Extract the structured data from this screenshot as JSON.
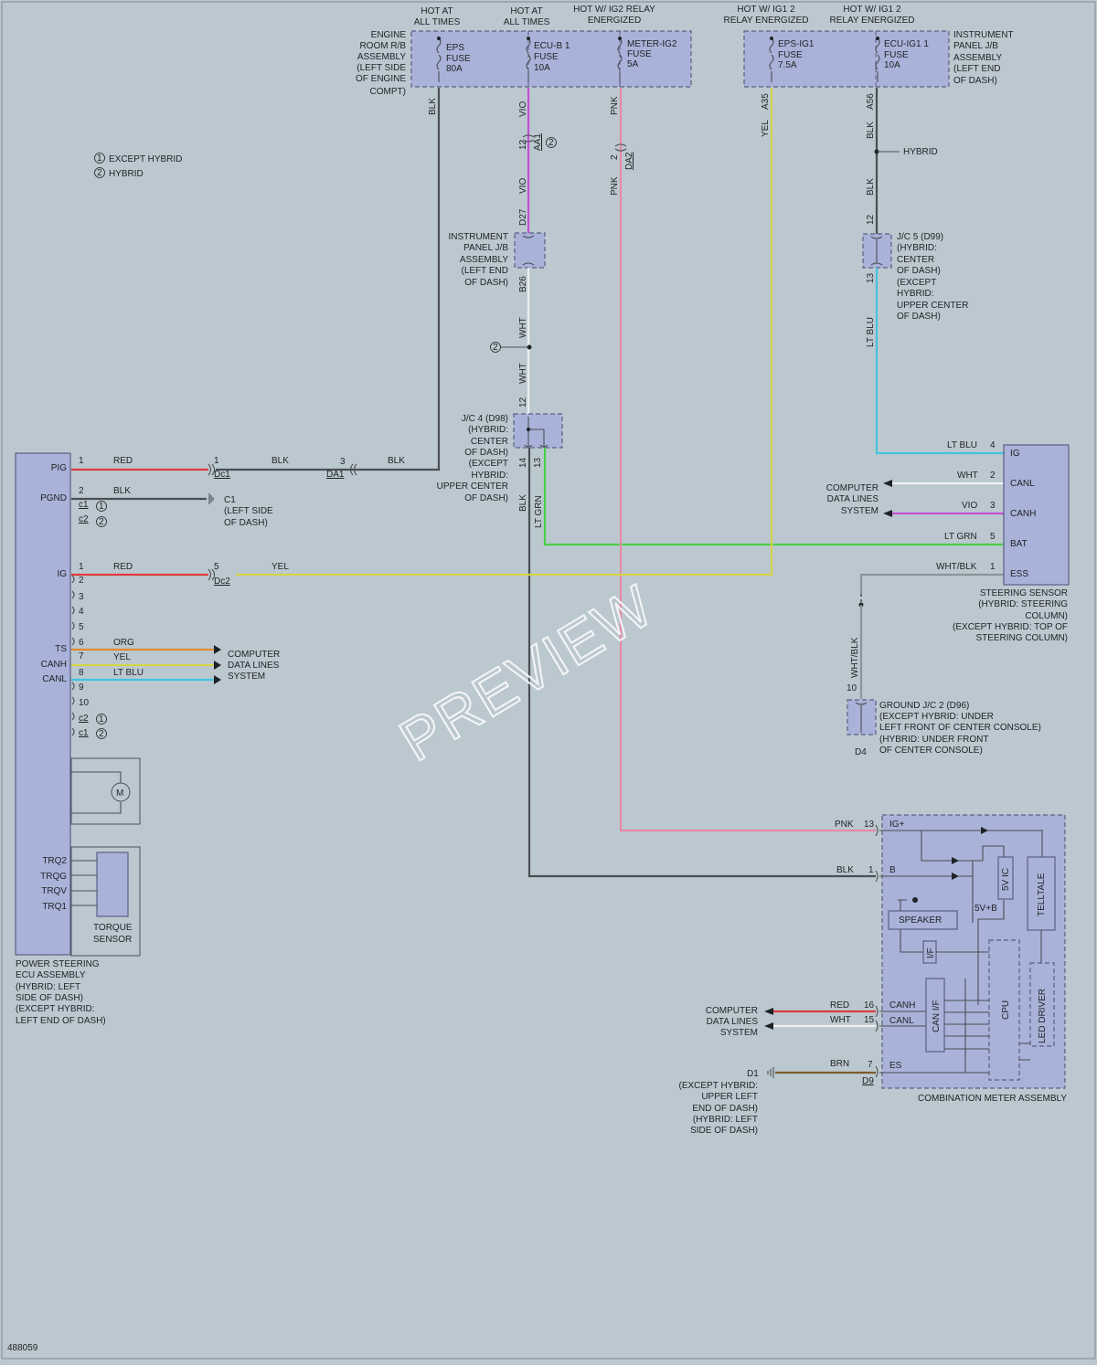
{
  "legend": {
    "item1": "EXCEPT HYBRID",
    "item2": "HYBRID"
  },
  "headers": {
    "h1a": "HOT AT",
    "h1b": "ALL TIMES",
    "h2a": "HOT AT",
    "h2b": "ALL TIMES",
    "h3a": "HOT W/ IG2 RELAY",
    "h3b": "ENERGIZED",
    "h4a": "HOT W/ IG1 2",
    "h4b": "RELAY ENERGIZED",
    "h5a": "HOT W/ IG1 2",
    "h5b": "RELAY ENERGIZED"
  },
  "engine_room": {
    "l1": "ENGINE",
    "l2": "ROOM R/B",
    "l3": "ASSEMBLY",
    "l4": "(LEFT SIDE",
    "l5": "OF ENGINE",
    "l6": "COMPT)"
  },
  "fuses": {
    "eps_name": "EPS",
    "eps_f": "FUSE",
    "eps_a": "80A",
    "ecub_name": "ECU-B 1",
    "ecub_f": "FUSE",
    "ecub_a": "10A",
    "meter_name": "METER-IG2",
    "meter_f": "FUSE",
    "meter_a": "5A",
    "epsig_name": "EPS-IG1",
    "epsig_f": "FUSE",
    "epsig_a": "7.5A",
    "ecuig_name": "ECU-IG1 1",
    "ecuig_f": "FUSE",
    "ecuig_a": "10A"
  },
  "instr_jb_right": {
    "l1": "INSTRUMENT",
    "l2": "PANEL J/B",
    "l3": "ASSEMBLY",
    "l4": "(LEFT END",
    "l5": "OF DASH)"
  },
  "instr_jb_mid": {
    "l1": "INSTRUMENT",
    "l2": "PANEL J/B",
    "l3": "ASSEMBLY",
    "l4": "(LEFT END",
    "l5": "OF DASH)"
  },
  "wire_labels": {
    "blk": "BLK",
    "vio": "VIO",
    "pnk": "PNK",
    "yel": "YEL",
    "wht": "WHT",
    "ltblu": "LT BLU",
    "ltgrn": "LT GRN",
    "whtblk": "WHT/BLK",
    "red": "RED",
    "org": "ORG",
    "brn": "BRN"
  },
  "connectors": {
    "aa1": "AA1",
    "da2": "DA2",
    "d27": "D27",
    "b26": "B26",
    "a35": "A35",
    "a56": "A56",
    "dc1": "Dc1",
    "da1": "DA1",
    "c1": "c1",
    "c2": "c2",
    "dc2": "Dc2",
    "d9": "D9",
    "d4": "D4",
    "d1": "D1"
  },
  "pins": {
    "p1": "1",
    "p2": "2",
    "p3": "3",
    "p4": "4",
    "p5": "5",
    "p6": "6",
    "p7": "7",
    "p8": "8",
    "p9": "9",
    "p10": "10",
    "p12": "12",
    "p13": "13",
    "p14": "14",
    "p15": "15",
    "p16": "16"
  },
  "hybrid_label": "HYBRID",
  "jc5": {
    "l1": "J/C 5 (D99)",
    "l2": "(HYBRID:",
    "l3": "CENTER",
    "l4": "OF DASH)",
    "l5": "(EXCEPT",
    "l6": "HYBRID:",
    "l7": "UPPER CENTER",
    "l8": "OF DASH)"
  },
  "jc4": {
    "l1": "J/C 4 (D98)",
    "l2": "(HYBRID:",
    "l3": "CENTER",
    "l4": "OF DASH)",
    "l5": "(EXCEPT",
    "l6": "HYBRID:",
    "l7": "UPPER CENTER",
    "l8": "OF DASH)"
  },
  "ecu": {
    "pig": "PIG",
    "pgnd": "PGND",
    "ig": "IG",
    "ts": "TS",
    "canh": "CANH",
    "canl": "CANL",
    "motor": "M",
    "trq2": "TRQ2",
    "trqg": "TRQG",
    "trqv": "TRQV",
    "trq1": "TRQ1",
    "ts1": "TORQUE",
    "ts2": "SENSOR",
    "n1": "POWER STEERING",
    "n2": "ECU ASSEMBLY",
    "n3": "(HYBRID: LEFT",
    "n4": "SIDE OF DASH)",
    "n5": "(EXCEPT HYBRID:",
    "n6": "LEFT END OF DASH)"
  },
  "c1_ground": {
    "l1": "C1",
    "l2": "(LEFT SIDE",
    "l3": "OF DASH)"
  },
  "cdl": {
    "l1": "COMPUTER",
    "l2": "DATA LINES",
    "l3": "SYSTEM"
  },
  "steer": {
    "ig": "IG",
    "canl": "CANL",
    "canh": "CANH",
    "bat": "BAT",
    "ess": "ESS",
    "n1": "STEERING SENSOR",
    "n2": "(HYBRID: STEERING",
    "n3": "COLUMN)",
    "n4": "(EXCEPT HYBRID: TOP OF",
    "n5": "STEERING COLUMN)"
  },
  "ground_jc2": {
    "l1": "GROUND J/C 2 (D96)",
    "l2": "(EXCEPT HYBRID: UNDER",
    "l3": "LEFT FRONT OF CENTER CONSOLE)",
    "l4": "(HYBRID: UNDER FRONT",
    "l5": "OF CENTER CONSOLE)"
  },
  "meter": {
    "igp": "IG+",
    "b": "B",
    "canh": "CANH",
    "canl": "CANL",
    "es": "ES",
    "speaker": "SPEAKER",
    "if": "I/F",
    "canif": "CAN I/F",
    "cpu": "CPU",
    "led": "LED DRIVER",
    "telltale": "TELLTALE",
    "vic": "5V IC",
    "vb": "5V+B",
    "name": "COMBINATION METER ASSEMBLY"
  },
  "d1_ground": {
    "l1": "(EXCEPT HYBRID:",
    "l2": "UPPER LEFT",
    "l3": "END OF DASH)",
    "l4": "(HYBRID: LEFT",
    "l5": "SIDE OF DASH)"
  },
  "doc_number": "488059",
  "watermark": "PREVIEW"
}
